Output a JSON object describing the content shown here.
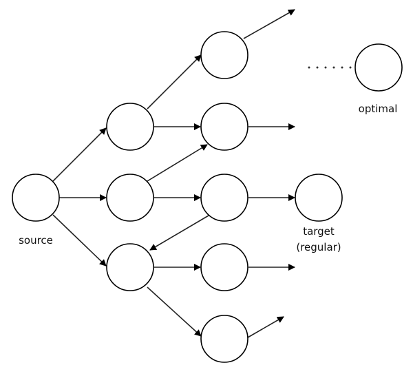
{
  "labels": {
    "source": "source",
    "target_line1": "target",
    "target_line2": "(regular)",
    "optimal": "optimal"
  }
}
